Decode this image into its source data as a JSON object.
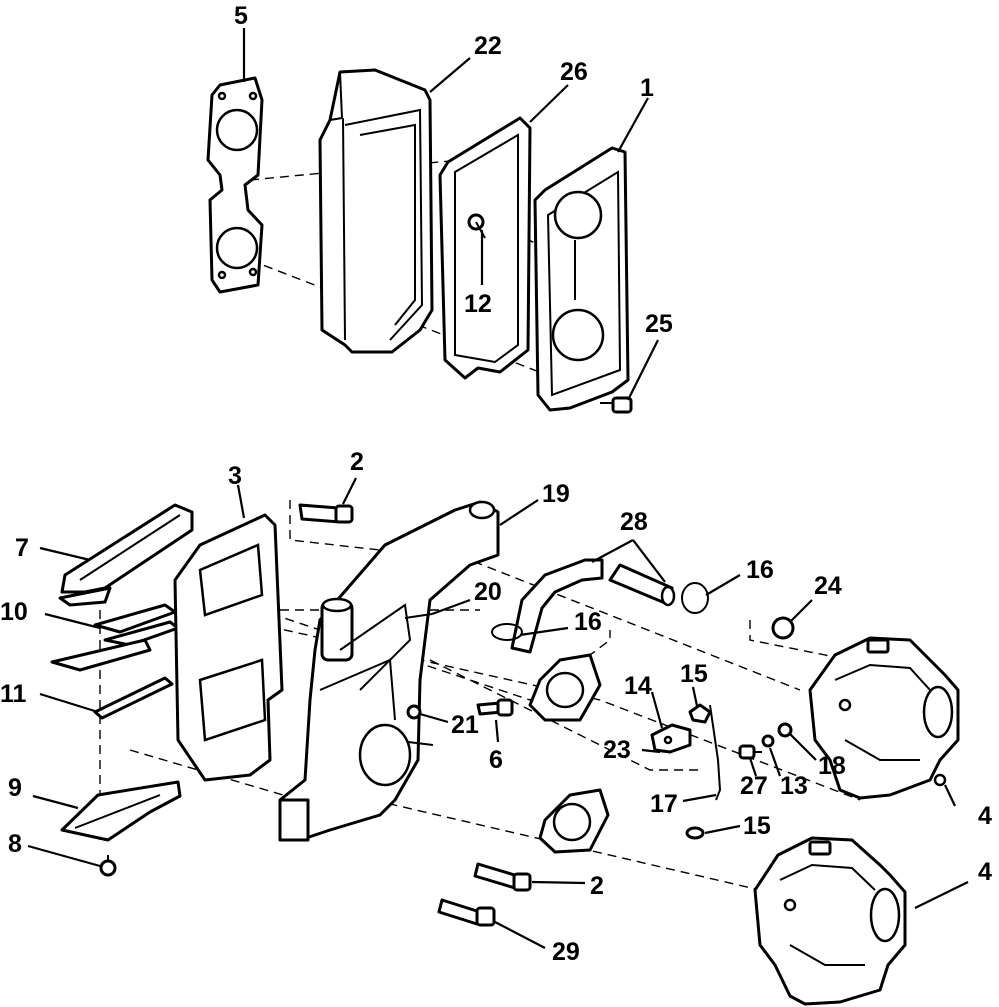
{
  "callouts": [
    "5",
    "22",
    "26",
    "1",
    "12",
    "25",
    "2",
    "19",
    "3",
    "28",
    "7",
    "16",
    "24",
    "20",
    "10",
    "16",
    "15",
    "14",
    "11",
    "21",
    "6",
    "23",
    "18",
    "13",
    "27",
    "9",
    "4",
    "17",
    "8",
    "15",
    "2",
    "4",
    "29"
  ]
}
